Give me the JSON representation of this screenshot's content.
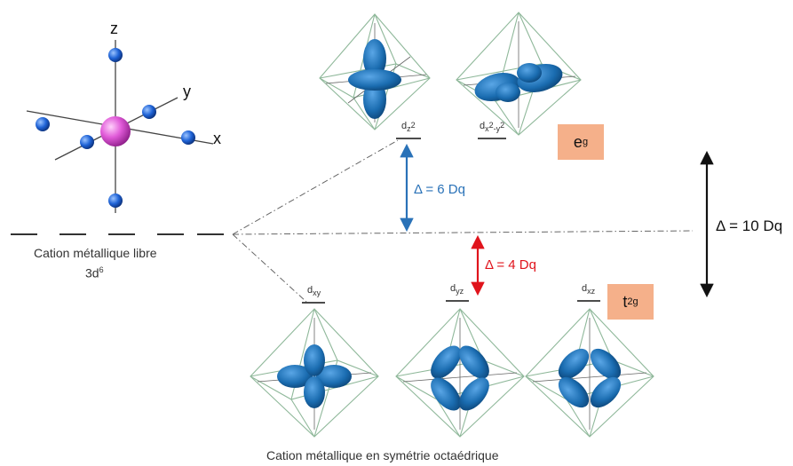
{
  "free_ion": {
    "axis_x": "x",
    "axis_y": "y",
    "axis_z": "z",
    "caption_line1": "Cation métallique libre",
    "caption_line2_base": "3d",
    "caption_line2_sup": "6"
  },
  "octahedral": {
    "caption": "Cation métallique en symétrie octaédrique"
  },
  "eg": {
    "badge_base": "e",
    "badge_sub": "g",
    "orbitals": [
      {
        "base": "d",
        "sub": "z",
        "subsup": "2"
      },
      {
        "base": "d",
        "sub": "x",
        "subsup": "2",
        "sub2": "-y",
        "sub2sup": "2"
      }
    ]
  },
  "t2g": {
    "badge_base": "t",
    "badge_sub": "2g",
    "orbitals": [
      {
        "base": "d",
        "sub": "xy"
      },
      {
        "base": "d",
        "sub": "yz"
      },
      {
        "base": "d",
        "sub": "xz"
      }
    ]
  },
  "splitting": {
    "delta_6": "Δ = 6 Dq",
    "delta_4": "Δ = 4 Dq",
    "delta_10": "Δ = 10 Dq"
  },
  "colors": {
    "orbital_blue": "#1a6cb0",
    "ligand_blue": "#1f63d6",
    "metal_pink": "#e05ad8",
    "badge_orange": "#f5b08a",
    "arrow_blue": "#2a72b8",
    "arrow_red": "#e0141c",
    "cage_green": "#8fb89a"
  }
}
